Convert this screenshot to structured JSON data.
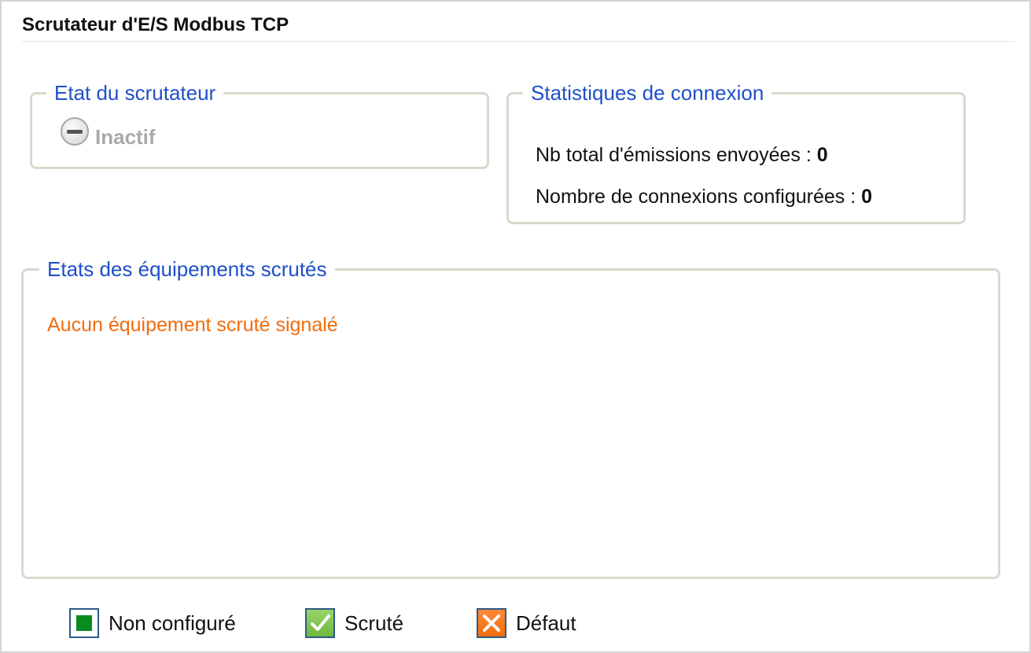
{
  "page": {
    "title": "Scrutateur d'E/S Modbus TCP"
  },
  "scanner_state": {
    "legend": "Etat du scrutateur",
    "status": "Inactif",
    "icon": "minus-circle-icon"
  },
  "connection_stats": {
    "legend": "Statistiques de connexion",
    "emissions_label": "Nb total d'émissions envoyées : ",
    "emissions_value": "0",
    "connections_label": "Nombre de connexions configurées : ",
    "connections_value": "0"
  },
  "devices": {
    "legend": "Etats des équipements scrutés",
    "empty_message": "Aucun équipement scruté signalé"
  },
  "status_legend": {
    "items": [
      {
        "label": "Non configuré",
        "icon": "green-square-icon",
        "color": "#0a8a1f"
      },
      {
        "label": "Scruté",
        "icon": "check-icon",
        "color": "#7cc04a"
      },
      {
        "label": "Défaut",
        "icon": "x-icon",
        "color": "#f26c0d"
      }
    ]
  },
  "colors": {
    "legend_text": "#1f4fc8",
    "warning_text": "#f26c0d",
    "inactive_text": "#a9a9a9",
    "group_border": "#d9d9cc"
  }
}
